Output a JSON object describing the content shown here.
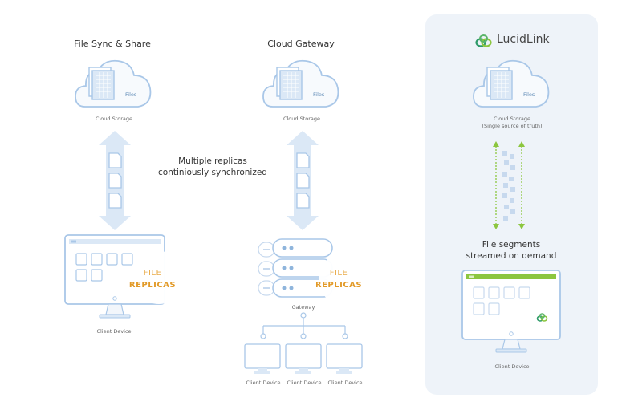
{
  "columns": {
    "file_sync": {
      "title": "File Sync & Share",
      "cloud_caption": "Cloud Storage",
      "files_label": "Files",
      "replica_line1": "FILE",
      "replica_line2": "REPLICAS",
      "device_caption": "Client Device"
    },
    "gateway": {
      "title": "Cloud Gateway",
      "cloud_caption": "Cloud Storage",
      "files_label": "Files",
      "replica_line1": "FILE",
      "replica_line2": "REPLICAS",
      "gateway_caption": "Gateway",
      "client_captions": [
        "Client Device",
        "Client Device",
        "Client Device"
      ]
    },
    "lucidlink": {
      "logo_text": "LucidLink",
      "cloud_caption_line1": "Cloud Storage",
      "cloud_caption_line2": "(Single source of truth)",
      "files_label": "Files",
      "segments_line1": "File segments",
      "segments_line2": "streamed on demand",
      "device_caption": "Client Device"
    }
  },
  "middle_note": {
    "line1": "Multiple replicas",
    "line2": "continiously synchronized"
  },
  "colors": {
    "outline_blue": "#a9c7e8",
    "fill_blue": "#dbe8f6",
    "accent_orange": "#e29a28",
    "accent_green": "#8cc63f",
    "panel_bg": "#eef3f9"
  }
}
